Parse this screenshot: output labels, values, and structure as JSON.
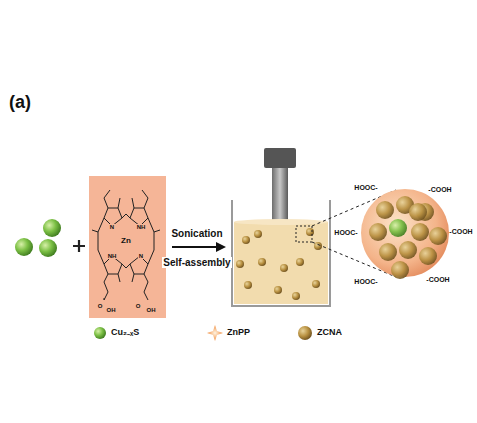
{
  "diagram": {
    "labels": [
      "(a)",
      "Sonication",
      "Self-assembly",
      "HOOC-",
      "-COOH",
      "HOOC-",
      "-COOH",
      "HOOC-",
      "-COOH",
      "Zn",
      "N",
      "NH",
      "NH",
      "N",
      "O",
      "OH",
      "O",
      "OH"
    ],
    "legend": [
      {
        "text": "Cu₂₋ₓS"
      },
      {
        "text": "ZnPP"
      },
      {
        "text": "ZCNA"
      }
    ]
  }
}
